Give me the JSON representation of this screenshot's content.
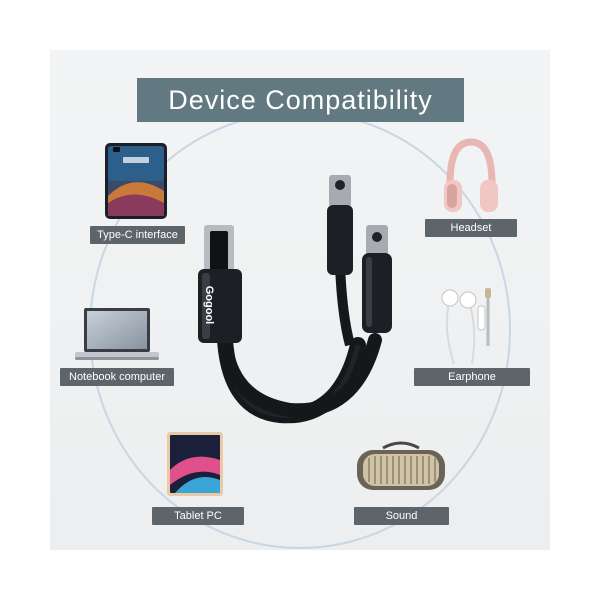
{
  "title": "Device Compatibility",
  "brand": "Gogool",
  "devices": [
    {
      "label": "Type-C interface",
      "icon": "smartphone-icon"
    },
    {
      "label": "Notebook computer",
      "icon": "laptop-icon"
    },
    {
      "label": "Tablet PC",
      "icon": "tablet-icon"
    },
    {
      "label": "Headset",
      "icon": "headphones-icon"
    },
    {
      "label": "Earphone",
      "icon": "earphones-icon"
    },
    {
      "label": "Sound",
      "icon": "speaker-icon"
    }
  ],
  "colors": {
    "banner": "#627982",
    "label_bg": "#5e656a",
    "panel_bg": "#eeeff0",
    "ring": "#c9d6e3"
  }
}
